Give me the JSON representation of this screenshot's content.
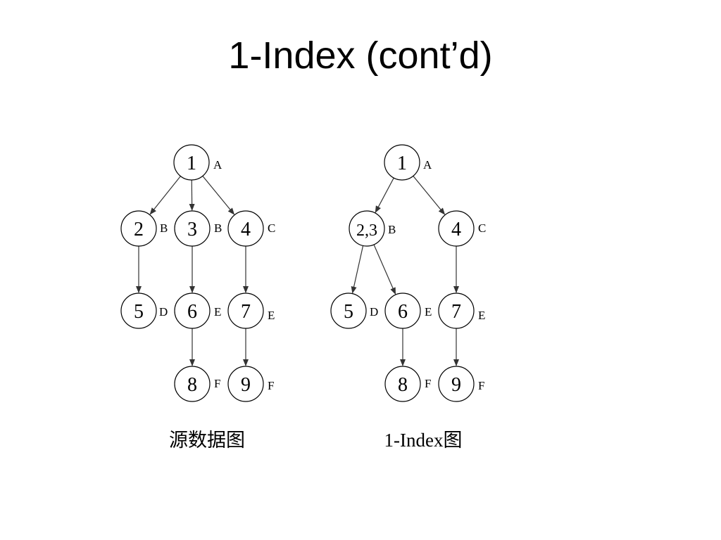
{
  "title": "1-Index (cont’d)",
  "colors": {
    "stroke": "#000000",
    "edge": "#333333",
    "background": "#ffffff"
  },
  "graphs": [
    {
      "id": "source",
      "caption": "源数据图",
      "nodes": [
        {
          "id": "1",
          "label": "1",
          "tag": "A"
        },
        {
          "id": "2",
          "label": "2",
          "tag": "B"
        },
        {
          "id": "3",
          "label": "3",
          "tag": "B"
        },
        {
          "id": "4",
          "label": "4",
          "tag": "C"
        },
        {
          "id": "5",
          "label": "5",
          "tag": "D"
        },
        {
          "id": "6",
          "label": "6",
          "tag": "E"
        },
        {
          "id": "7",
          "label": "7",
          "tag": "E"
        },
        {
          "id": "8",
          "label": "8",
          "tag": "F"
        },
        {
          "id": "9",
          "label": "9",
          "tag": "F"
        }
      ],
      "edges": [
        [
          "1",
          "2"
        ],
        [
          "1",
          "3"
        ],
        [
          "1",
          "4"
        ],
        [
          "2",
          "5"
        ],
        [
          "3",
          "6"
        ],
        [
          "4",
          "7"
        ],
        [
          "6",
          "8"
        ],
        [
          "7",
          "9"
        ]
      ]
    },
    {
      "id": "index",
      "caption": "1-Index图",
      "nodes": [
        {
          "id": "1",
          "label": "1",
          "tag": "A"
        },
        {
          "id": "23",
          "label": "2,3",
          "tag": "B"
        },
        {
          "id": "4",
          "label": "4",
          "tag": "C"
        },
        {
          "id": "5",
          "label": "5",
          "tag": "D"
        },
        {
          "id": "6",
          "label": "6",
          "tag": "E"
        },
        {
          "id": "7",
          "label": "7",
          "tag": "E"
        },
        {
          "id": "8",
          "label": "8",
          "tag": "F"
        },
        {
          "id": "9",
          "label": "9",
          "tag": "F"
        }
      ],
      "edges": [
        [
          "1",
          "23"
        ],
        [
          "1",
          "4"
        ],
        [
          "23",
          "5"
        ],
        [
          "23",
          "6"
        ],
        [
          "4",
          "7"
        ],
        [
          "6",
          "8"
        ],
        [
          "7",
          "9"
        ]
      ]
    }
  ]
}
